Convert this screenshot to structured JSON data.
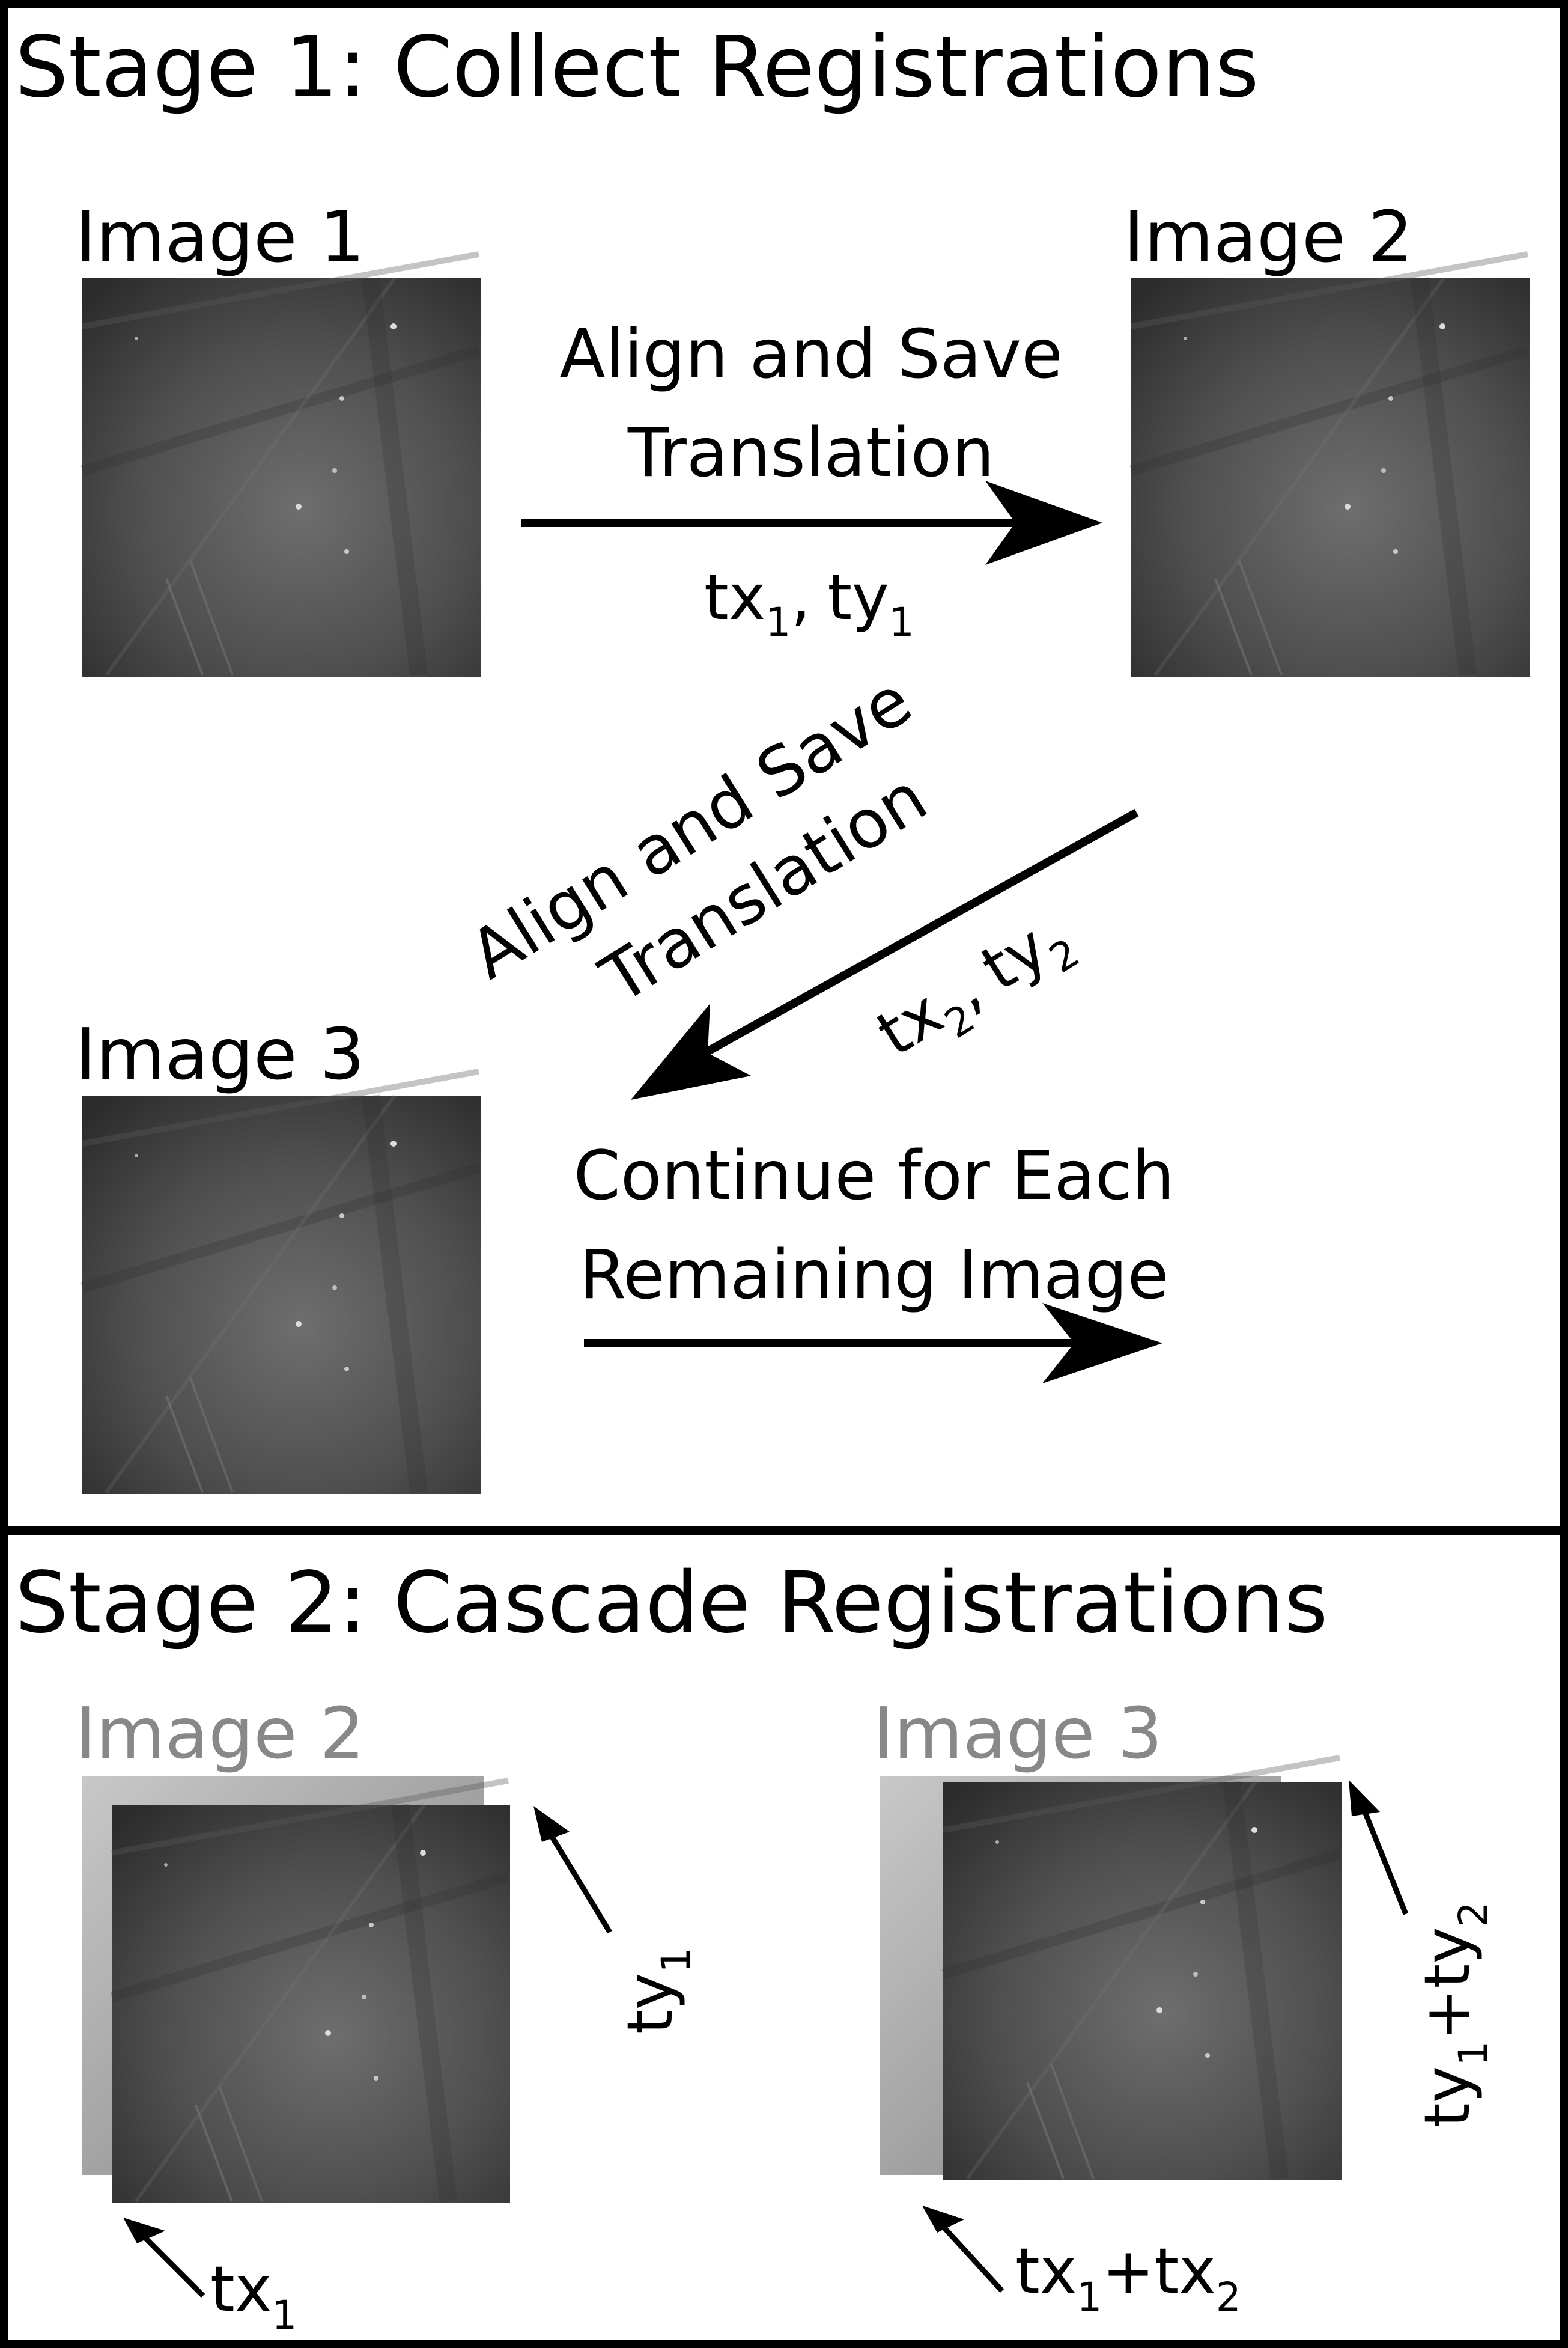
{
  "stage1": {
    "title": "Stage 1: Collect Registrations",
    "image1_label": "Image 1",
    "image2_label": "Image 2",
    "image3_label": "Image 3",
    "step1": {
      "line1": "Align and Save",
      "line2": "Translation",
      "tx": "tx",
      "sub1": "1",
      "sep": ",",
      "ty": "ty",
      "sub2": "1"
    },
    "step2": {
      "line1": "Align and Save",
      "line2": "Translation",
      "tx": "tx",
      "sub1": "2",
      "sep": ",",
      "ty": "ty",
      "sub2": "2"
    },
    "step3": {
      "line1": "Continue for Each",
      "line2": "Remaining Image"
    }
  },
  "stage2": {
    "title": "Stage 2: Cascade Registrations",
    "image2_label": "Image 2",
    "image3_label": "Image 3",
    "left": {
      "tx": "tx",
      "tx_sub": "1",
      "ty": "ty",
      "ty_sub": "1"
    },
    "right": {
      "tx_a": "tx",
      "tx_a_sub": "1",
      "plus": "+",
      "tx_b": "tx",
      "tx_b_sub": "2",
      "ty_a": "ty",
      "ty_a_sub": "1",
      "ty_plus": "+",
      "ty_b": "ty",
      "ty_b_sub": "2"
    }
  },
  "colors": {
    "image_dark": "#3d3d3d",
    "image_light": "#b5b5b5",
    "ghost_label": "#888888",
    "border": "#000000"
  }
}
